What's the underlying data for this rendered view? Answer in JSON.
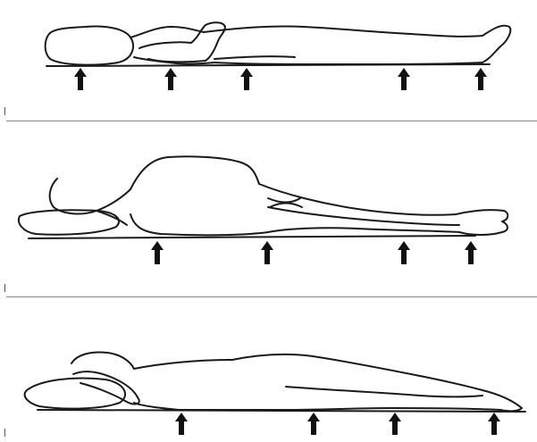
{
  "figure": {
    "panels": [
      {
        "id": "supine",
        "pressure_arrow_count": 5
      },
      {
        "id": "side-lying",
        "pressure_arrow_count": 4
      },
      {
        "id": "prone",
        "pressure_arrow_count": 4
      }
    ],
    "colors": {
      "line": "#1a1a1a",
      "arrow": "#111111",
      "background": "#ffffff",
      "divider": "#8a8a8a"
    }
  }
}
